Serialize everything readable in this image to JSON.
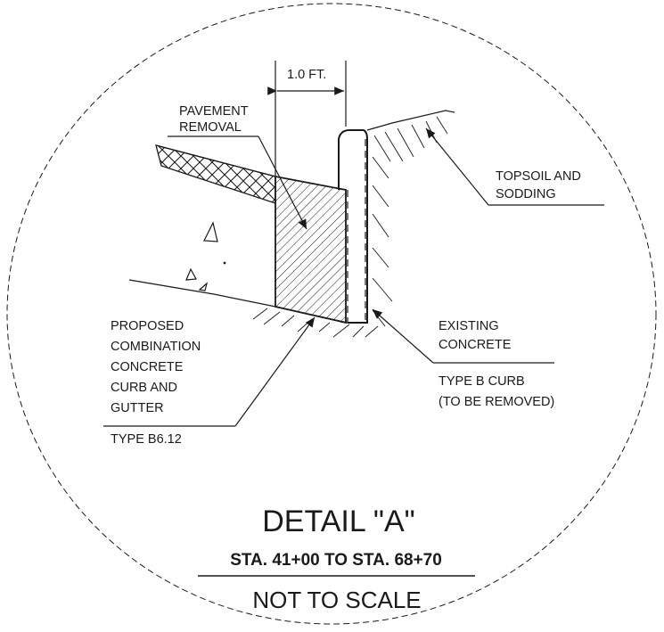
{
  "dimension": {
    "width_label": "1.0 FT."
  },
  "labels": {
    "pavement_removal": [
      "PAVEMENT",
      "REMOVAL"
    ],
    "topsoil": [
      "TOPSOIL AND",
      "SODDING"
    ],
    "proposed": [
      "PROPOSED",
      "COMBINATION",
      "CONCRETE",
      "CURB AND",
      "GUTTER"
    ],
    "proposed_type": "TYPE B6.12",
    "existing": [
      "EXISTING",
      "CONCRETE"
    ],
    "existing_type": [
      "TYPE B CURB",
      "(TO BE REMOVED)"
    ]
  },
  "title": {
    "detail": "DETAIL \"A\"",
    "stations": "STA. 41+00 TO STA. 68+70",
    "scale": "NOT TO SCALE"
  }
}
